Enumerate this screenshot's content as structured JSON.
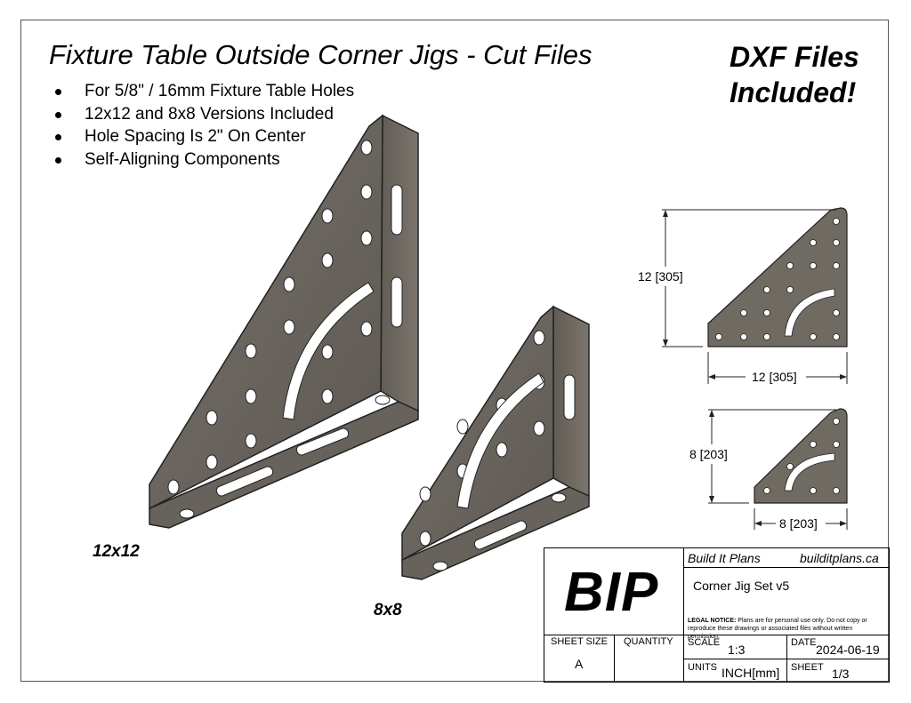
{
  "title": "Fixture Table Outside Corner Jigs - Cut Files",
  "banner": {
    "line1": "DXF Files",
    "line2": "Included!"
  },
  "bullets": [
    "For 5/8\" / 16mm Fixture Table Holes",
    "12x12 and 8x8 Versions Included",
    "Hole Spacing Is 2\" On Center",
    "Self-Aligning Components"
  ],
  "labels": {
    "large": "12x12",
    "small": "8x8"
  },
  "dimensions": {
    "large_height": "12 [305]",
    "large_width": "12 [305]",
    "small_height": "8 [203]",
    "small_width": "8 [203]"
  },
  "title_block": {
    "logo": "BIP",
    "company": "Build It Plans",
    "website": "builditplans.ca",
    "part_name": "Corner Jig Set v5",
    "legal_heading": "LEGAL NOTICE:",
    "legal_text": "Plans are for personal use only. Do not copy or reproduce these drawings or associated files without written permission.",
    "sheet_size_label": "SHEET SIZE",
    "sheet_size": "A",
    "quantity_label": "QUANTITY",
    "quantity": "",
    "scale_label": "SCALE",
    "scale": "1:3",
    "date_label": "DATE",
    "date": "2024-06-19",
    "units_label": "UNITS",
    "units": "INCH[mm]",
    "sheet_label": "SHEET",
    "sheet": "1/3"
  },
  "colors": {
    "steel": "#6f6a62",
    "steel_light": "#8b857b",
    "steel_dark": "#4a4640",
    "outline": "#222222"
  }
}
